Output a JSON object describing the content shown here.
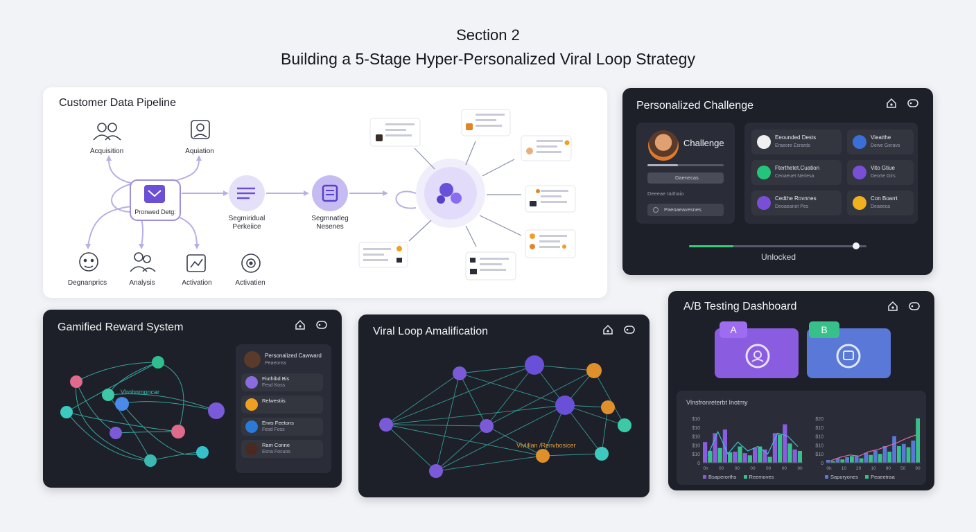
{
  "header": {
    "section": "Section 2",
    "title": "Building a 5-Stage Hyper-Personalized Viral Loop Strategy"
  },
  "pipeline": {
    "title": "Customer Data Pipeline",
    "labels": {
      "acq1": "Acquisition",
      "acq2": "Aquiation",
      "center": "Pronwed Detg:",
      "seg1a": "Segmiridual",
      "seg1b": "Perkeiice",
      "seg2a": "Segmnatleg",
      "seg2b": "Nesenes",
      "demo": "Degnanprics",
      "analysis": "Analysis",
      "activation1": "Activation",
      "activation2": "Activatien"
    }
  },
  "challenge": {
    "title": "Personalized Challenge",
    "profile_label": "Challenge",
    "pill1": "Daenecas",
    "line": "Deeeae taithaio",
    "pill2": "Paeoaeavesnes",
    "progress": 0.25,
    "progress_label": "Unlocked",
    "items": [
      {
        "t": "Eeounded Dests",
        "s": "Eraeore Esrards",
        "icon": "avatar",
        "color": "#f0f0f0"
      },
      {
        "t": "Vieatthe",
        "s": "Dewe Geravs",
        "icon": "puzzle-icon",
        "color": "#3a6fd8"
      },
      {
        "t": "Fterthetet.Cuation",
        "s": "Ceoaeuet Neriesa",
        "icon": "gem-icon",
        "color": "#22c57a"
      },
      {
        "t": "Vito Gtiue",
        "s": "Deorte Girs",
        "icon": "gem-icon",
        "color": "#7a4fd8"
      },
      {
        "t": "Cedthe Rovnnes",
        "s": "Deoaeanot Pes",
        "icon": "avatar",
        "color": "#7a4fd8"
      },
      {
        "t": "Con Boarrt",
        "s": "Deaeeca",
        "icon": "coin-icon",
        "color": "#f0b020"
      }
    ]
  },
  "reward": {
    "title": "Gamified Reward System",
    "network_label": "Vlrobnmoncar",
    "items": [
      {
        "t": "Personalized Cawward",
        "s": "Peaeonss"
      },
      {
        "t": "Fiuthibd Bis",
        "s": "Fesd Koss"
      },
      {
        "t": "Relwestiis",
        "s": ""
      },
      {
        "t": "Erws Feetons",
        "s": "Fesd Foss"
      },
      {
        "t": "Ram Conne",
        "s": "Esna Focuos"
      }
    ]
  },
  "viral": {
    "title": "Viral Loop Amalification",
    "label": "Vlvlillan /Renvbosicer"
  },
  "ab": {
    "title": "A/B Testing Dashboard",
    "variant_a": "A",
    "variant_b": "B",
    "chart_title": "Vlnsfronreterbt Inotmy",
    "legend_a1": "Bsaperorths",
    "legend_a2": "Reemoves",
    "legend_b1": "Saporyones",
    "legend_b2": "Peaeetraa"
  },
  "chart_data": [
    {
      "type": "bar",
      "title": "",
      "y_ticks": [
        "$10",
        "$10",
        "$10",
        "$10",
        "$10",
        "0"
      ],
      "x_ticks": [
        "0h",
        "00",
        "00",
        "00",
        "00",
        "00",
        "90"
      ],
      "series": [
        {
          "name": "Bsaperorths",
          "values": [
            28,
            40,
            45,
            15,
            13,
            20,
            18,
            40,
            52,
            18
          ]
        },
        {
          "name": "Reemoves",
          "values": [
            16,
            20,
            14,
            22,
            10,
            22,
            8,
            38,
            26,
            16
          ]
        }
      ],
      "trend": [
        10,
        42,
        12,
        28,
        16,
        22,
        12,
        40,
        36,
        22
      ],
      "ylim": [
        0,
        60
      ]
    },
    {
      "type": "bar",
      "title": "",
      "y_ticks": [
        "$20",
        "$10",
        "$10",
        "$10",
        "$10",
        "0"
      ],
      "x_ticks": [
        "0h",
        "10",
        "20",
        "10",
        "90",
        "50",
        "90"
      ],
      "series": [
        {
          "name": "Saporyones",
          "values": [
            5,
            8,
            10,
            12,
            18,
            22,
            30,
            48,
            34,
            40
          ]
        },
        {
          "name": "Peaeetraa",
          "values": [
            3,
            6,
            12,
            8,
            14,
            16,
            20,
            30,
            28,
            80
          ]
        }
      ],
      "trend": [
        4,
        10,
        14,
        12,
        20,
        24,
        30,
        36,
        44,
        50
      ],
      "ylim": [
        0,
        80
      ]
    }
  ]
}
